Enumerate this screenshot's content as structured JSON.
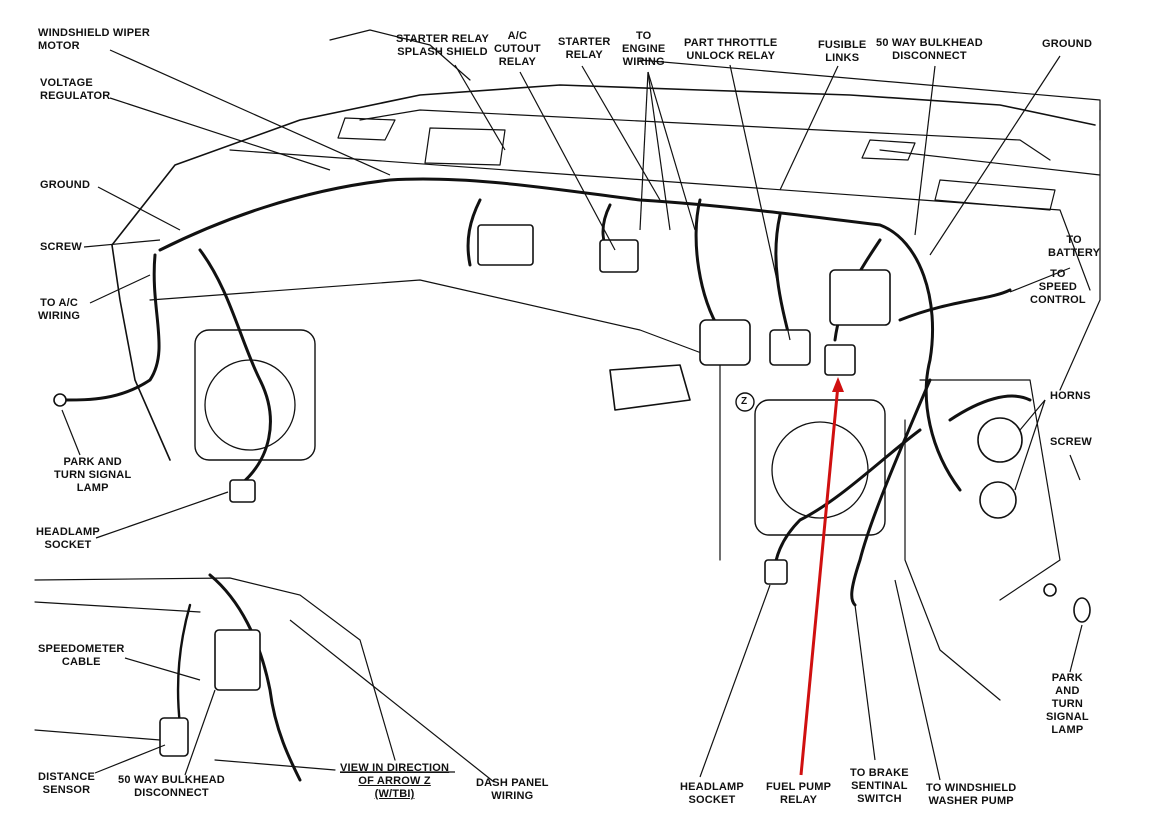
{
  "colors": {
    "ink": "#111111",
    "pointer": "#d01010",
    "paper": "#ffffff"
  },
  "labels": {
    "windshield_wiper_motor": "WINDSHIELD WIPER\nMOTOR",
    "voltage_regulator": "VOLTAGE\nREGULATOR",
    "ground_left": "GROUND",
    "screw_left": "SCREW",
    "to_ac_wiring": "TO A/C\nWIRING",
    "park_turn_signal_lamp_left": "PARK AND\nTURN SIGNAL\nLAMP",
    "headlamp_socket_left": "HEADLAMP\nSOCKET",
    "starter_relay_splash_shield": "STARTER RELAY\nSPLASH SHIELD",
    "ac_cutout_relay": "A/C\nCUTOUT\nRELAY",
    "starter_relay": "STARTER\nRELAY",
    "to_engine_wiring": "TO\nENGINE\nWIRING",
    "part_throttle_unlock_relay": "PART THROTTLE\nUNLOCK RELAY",
    "fusible_links": "FUSIBLE\nLINKS",
    "fifty_way_bulkhead_disconnect_top": "50 WAY BULKHEAD\nDISCONNECT",
    "ground_right": "GROUND",
    "to_battery": "TO\nBATTERY",
    "to_speed_control": "TO\nSPEED\nCONTROL",
    "horns": "HORNS",
    "screw_right": "SCREW",
    "park_turn_signal_lamp_right": "PARK\nAND\nTURN\nSIGNAL\nLAMP",
    "speedometer_cable": "SPEEDOMETER\nCABLE",
    "distance_sensor": "DISTANCE\nSENSOR",
    "fifty_way_bulkhead_disconnect_bottom": "50 WAY BULKHEAD\nDISCONNECT",
    "view_in_direction": "VIEW IN DIRECTION\nOF ARROW Z\n(W/TBI)",
    "dash_panel_wiring": "DASH PANEL\nWIRING",
    "headlamp_socket_right": "HEADLAMP\nSOCKET",
    "fuel_pump_relay": "FUEL PUMP\nRELAY",
    "to_brake_sentinal_switch": "TO BRAKE\nSENTINAL\nSWITCH",
    "to_windshield_washer_pump": "TO WINDSHIELD\nWASHER PUMP",
    "arrow_z": "Z"
  }
}
